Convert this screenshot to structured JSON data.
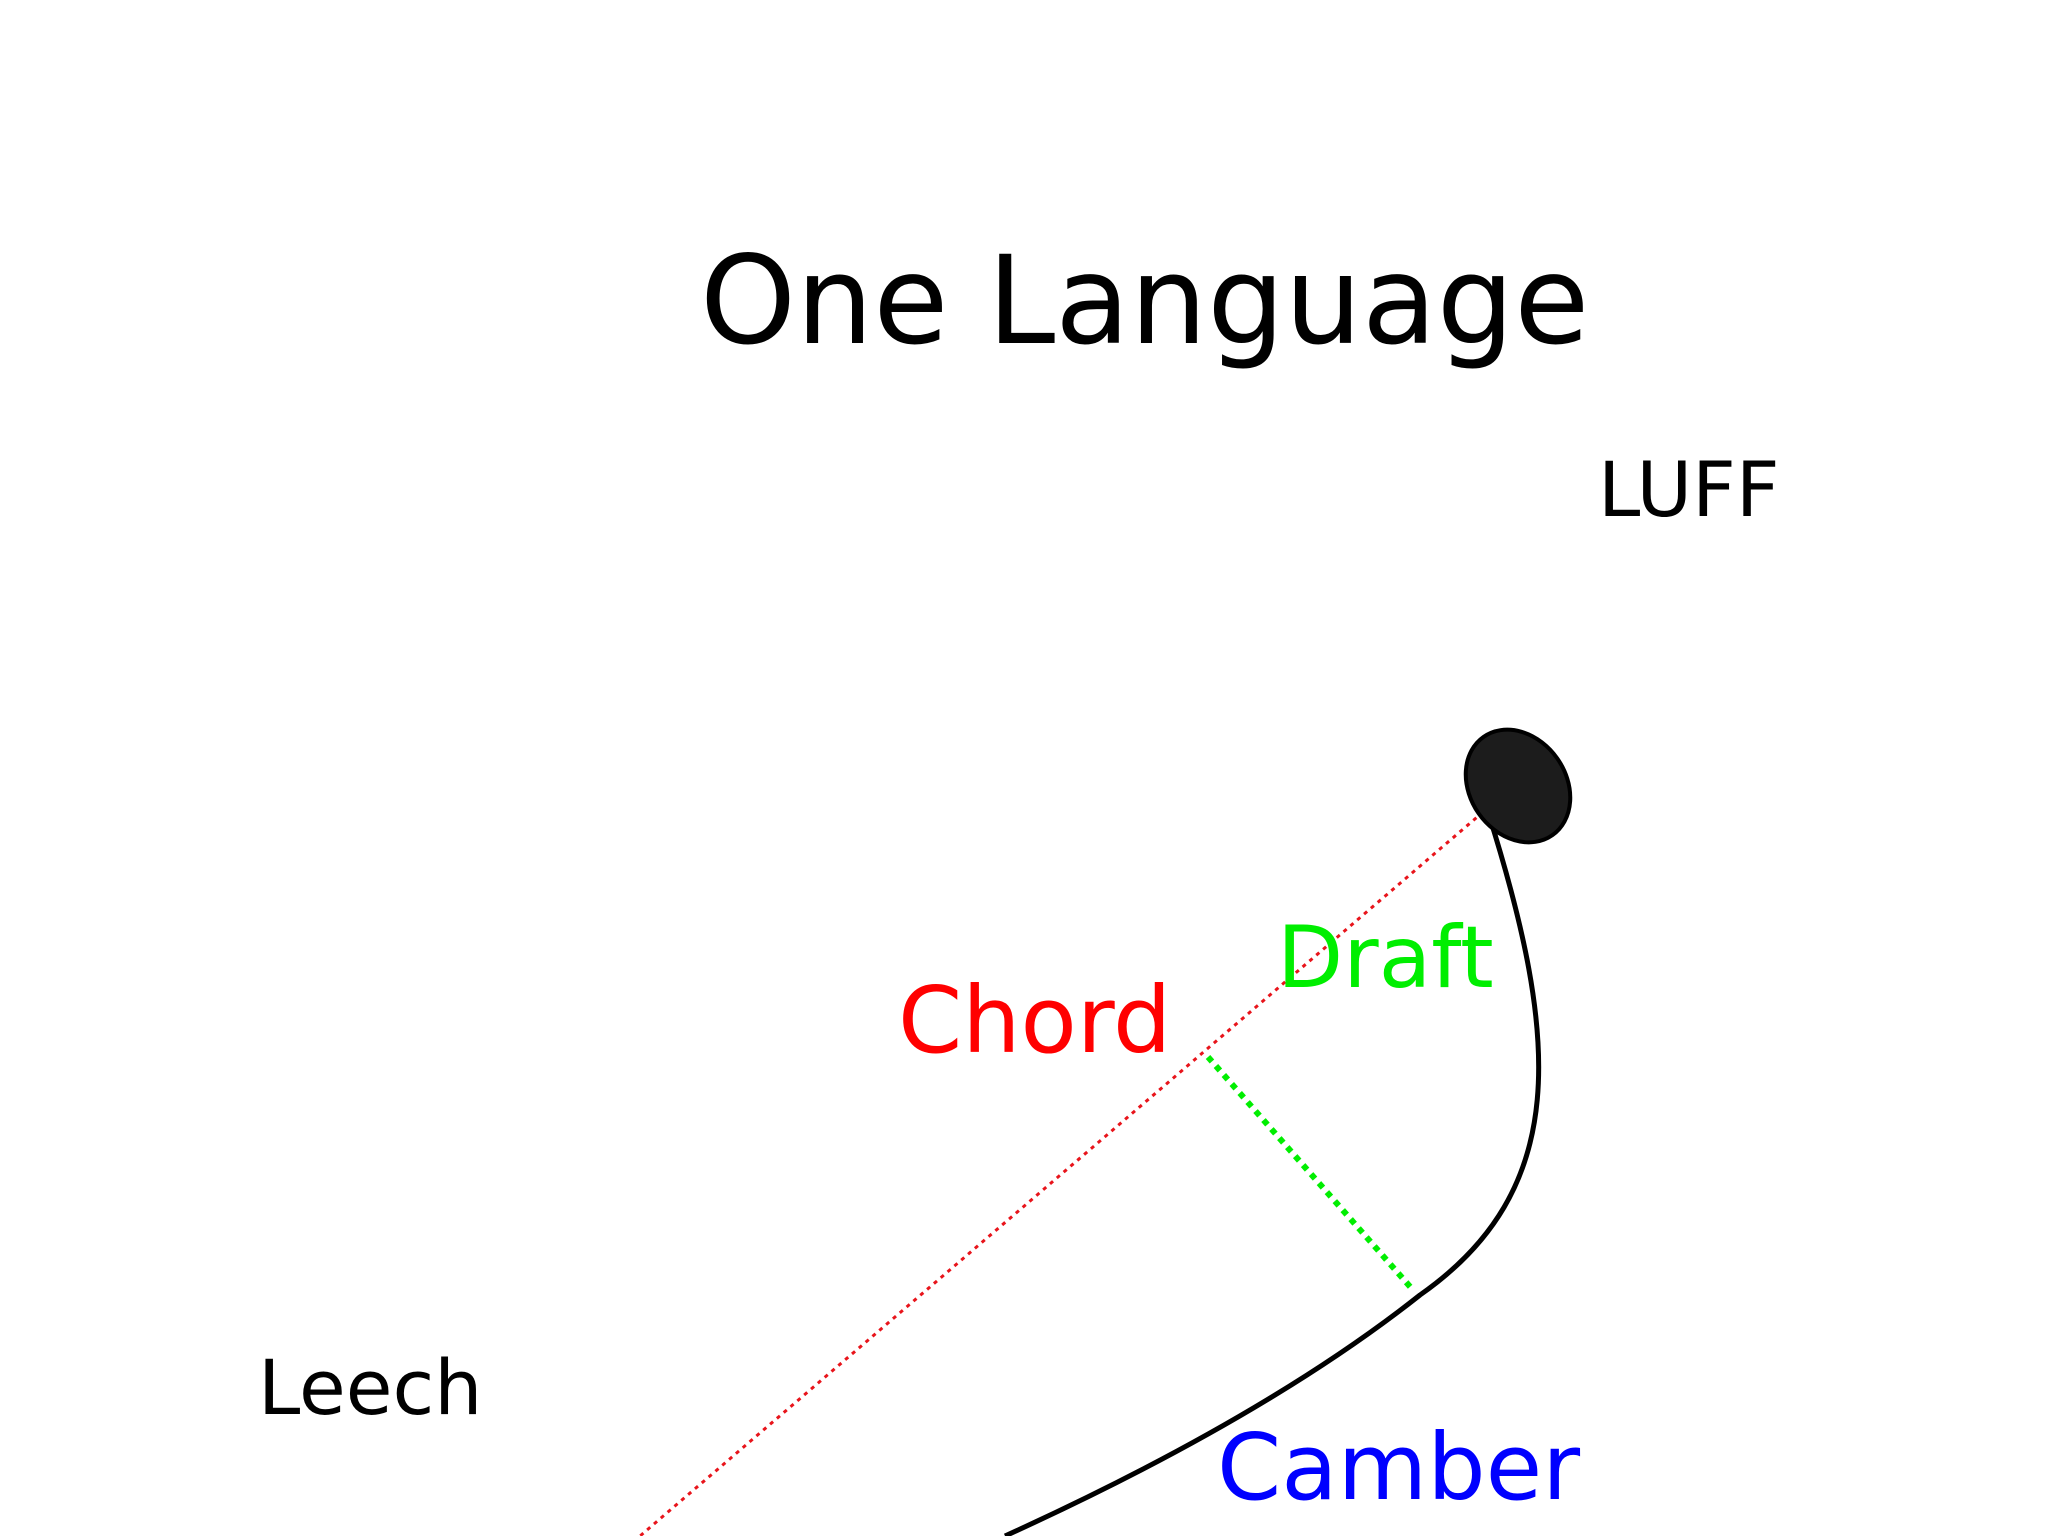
{
  "slide": {
    "title": "One Language"
  },
  "labels": {
    "luff": "LUFF",
    "leech": "Leech",
    "chord": "Chord",
    "draft": "Draft",
    "camber": "Camber"
  },
  "colors": {
    "background": "#ffffff",
    "text": "#000000",
    "chord": "#ff0000",
    "draft": "#00ee00",
    "camber": "#0000ff",
    "mast": "#1c1c1c"
  }
}
